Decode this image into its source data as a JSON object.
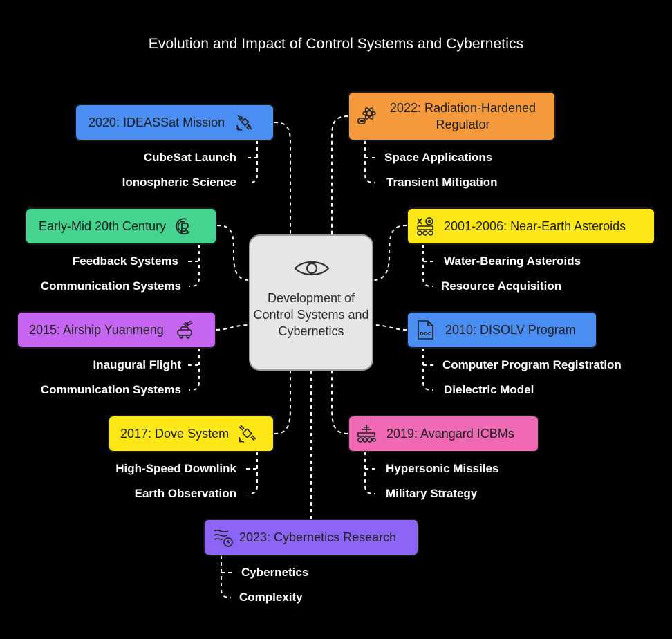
{
  "title": "Evolution and Impact of Control Systems and Cybernetics",
  "center": {
    "label": "Development of Control Systems and Cybernetics",
    "icon": "eye-icon"
  },
  "colors": {
    "blue": "#4a8ef4",
    "orange": "#f59a3c",
    "green": "#45d48f",
    "yellow": "#fee716",
    "purple": "#c565f2",
    "pink": "#ee68b4",
    "violet": "#8c65f7",
    "center": "#e6e6e6"
  },
  "nodes": {
    "ideassat": {
      "label": "2020: IDEASSat Mission",
      "icon": "satellite-icon",
      "subs": [
        "CubeSat Launch",
        "Ionospheric Science"
      ]
    },
    "radiation": {
      "label_line1": "2022: Radiation-Hardened",
      "label_line2": "Regulator",
      "icon": "atom-robot-icon",
      "subs": [
        "Space Applications",
        "Transient Mitigation"
      ]
    },
    "early": {
      "label": "Early-Mid 20th Century",
      "icon": "registered-icon",
      "subs": [
        "Feedback Systems",
        "Communication Systems"
      ]
    },
    "asteroids": {
      "label": "2001-2006: Near-Earth Asteroids",
      "icon": "rover-icon",
      "subs": [
        "Water-Bearing Asteroids",
        "Resource Acquisition"
      ]
    },
    "airship": {
      "label": "2015: Airship Yuanmeng",
      "icon": "airship-icon",
      "subs": [
        "Inaugural Flight",
        "Communication Systems"
      ]
    },
    "disolv": {
      "label": "2010: DISOLV Program",
      "icon": "doc-file-icon",
      "subs": [
        "Computer Program Registration",
        "Dielectric Model"
      ]
    },
    "dove": {
      "label": "2017: Dove System",
      "icon": "satellite-dish-icon",
      "subs": [
        "High-Speed Downlink",
        "Earth Observation"
      ]
    },
    "avangard": {
      "label": "2019: Avangard ICBMs",
      "icon": "missile-launcher-icon",
      "subs": [
        "Hypersonic Missiles",
        "Military Strategy"
      ]
    },
    "cybernetics": {
      "label": "2023: Cybernetics Research",
      "icon": "wind-clock-icon",
      "subs": [
        "Cybernetics",
        "Complexity"
      ]
    }
  }
}
